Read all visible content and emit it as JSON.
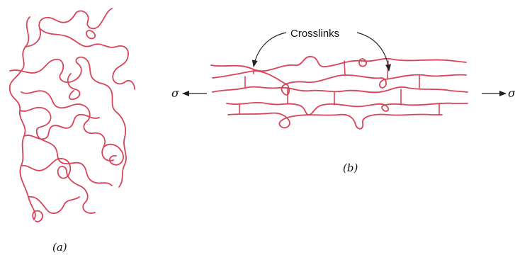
{
  "panel_a": {
    "caption": "(a)"
  },
  "panel_b": {
    "caption": "(b)",
    "crosslinks_label": "Crosslinks",
    "stress_left": "σ",
    "stress_right": "σ"
  },
  "colors": {
    "chain": "#d84459",
    "text": "#111111",
    "pointer": "#222222"
  }
}
